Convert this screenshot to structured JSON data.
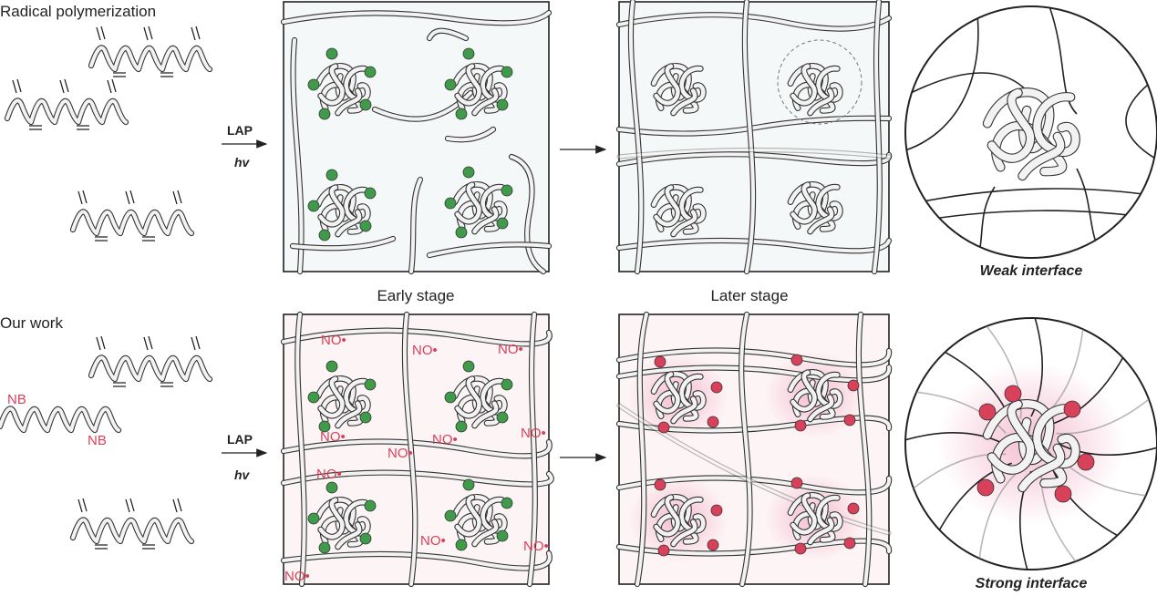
{
  "rows": [
    {
      "label": "Radical polymerization",
      "reagent": "LAP",
      "light": "hv",
      "outcome": "Weak interface",
      "tone": "plain"
    },
    {
      "label": "Our work",
      "reagent": "LAP",
      "light": "hv",
      "outcome": "Strong interface",
      "tone": "red"
    }
  ],
  "stages": {
    "early": "Early stage",
    "later": "Later stage"
  },
  "species": {
    "nb": "NB",
    "radical": "NO•"
  },
  "colors": {
    "green_particle": "#3f9a4a",
    "red_crosslink": "#d9405a",
    "pink_glow": "#f3b7cb",
    "panel_border": "#222222",
    "strand_outline": "#333333",
    "strand_fill": "#f2f2f2",
    "panel_bg_top": "#f4f8f8",
    "panel_bg_bottom": "#fdf4f5"
  }
}
